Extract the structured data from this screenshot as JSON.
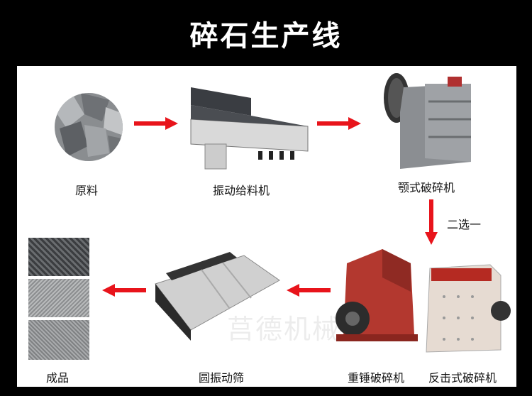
{
  "title": "碎石生产线",
  "watermark": "莒德机械",
  "steps": [
    {
      "label": "原料",
      "icon": "raw-stone-image"
    },
    {
      "label": "振动给料机",
      "icon": "vibrating-feeder-image"
    },
    {
      "label": "颚式破碎机",
      "icon": "jaw-crusher-image"
    },
    {
      "label": "重锤破碎机",
      "icon": "hammer-crusher-image"
    },
    {
      "label": "反击式破碎机",
      "icon": "impact-crusher-image"
    },
    {
      "label": "圆振动筛",
      "icon": "circular-vibrating-screen-image"
    },
    {
      "label": "成品",
      "icon": "finished-aggregate-image"
    }
  ],
  "choice_note": "二选一",
  "colors": {
    "arrow": "#e8141b",
    "background": "#000000",
    "panel": "#ffffff"
  }
}
